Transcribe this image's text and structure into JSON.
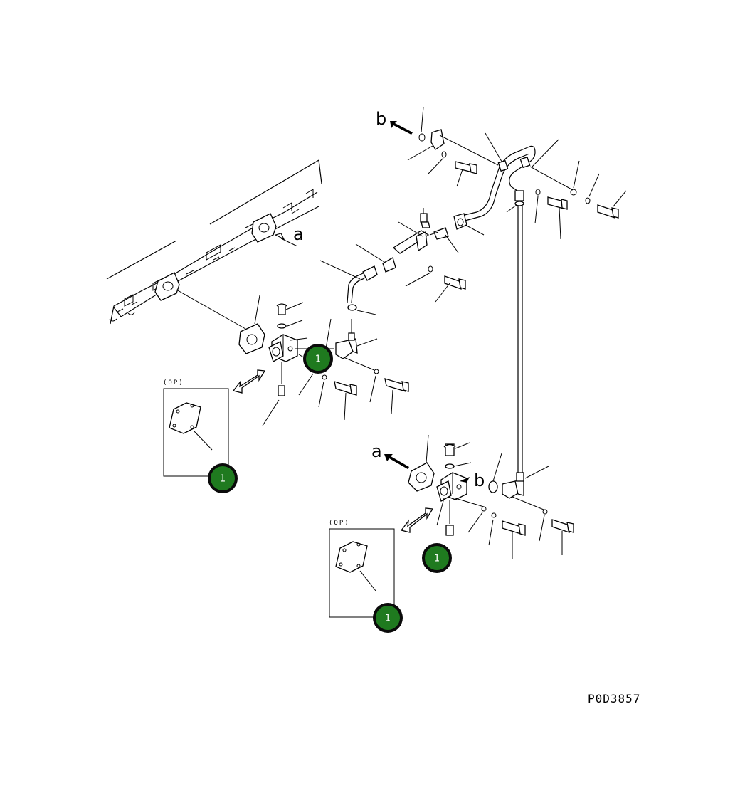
{
  "diagram": {
    "drawing_code": "P0D3857",
    "optional_label": "(OP)",
    "reference_labels": {
      "a": "a",
      "b": "b"
    },
    "callouts": [
      {
        "id": "callout-upper-block",
        "label": "1"
      },
      {
        "id": "callout-upper-op-cover",
        "label": "1"
      },
      {
        "id": "callout-lower-block",
        "label": "1"
      },
      {
        "id": "callout-lower-op-cover",
        "label": "1"
      }
    ],
    "colors": {
      "callout_fill": "#1f7a1f",
      "callout_ring": "#0b0b0b",
      "line": "#000000"
    }
  }
}
